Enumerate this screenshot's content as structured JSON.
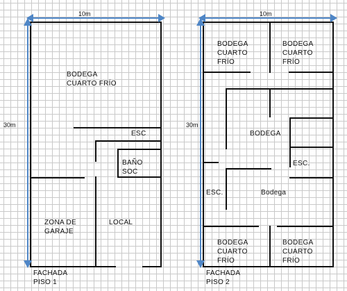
{
  "colors": {
    "wall": "#111111",
    "arrow": "#4f86c6",
    "grid": "#c9c9c9",
    "background": "#ffffff"
  },
  "floor1": {
    "width_label": "10m",
    "height_label": "30m",
    "rooms": {
      "bodega": [
        "BODEGA",
        "CUARTO FRÍO"
      ],
      "esc": [
        "ESC"
      ],
      "bano": [
        "BAÑO",
        "SOC"
      ],
      "garaje": [
        "ZONA DE",
        "GARAJE"
      ],
      "local": [
        "LOCAL"
      ]
    },
    "footer": [
      "FACHADA",
      "PISO 1"
    ]
  },
  "floor2": {
    "width_label": "10m",
    "height_label": "30m",
    "rooms": {
      "top_left": [
        "BODEGA",
        "CUARTO",
        "FRÍO"
      ],
      "top_right": [
        "BODEGA",
        "CUARTO",
        "FRÍO"
      ],
      "mid": [
        "BODEGA"
      ],
      "esc_right": [
        "ESC."
      ],
      "esc_left": [
        "ESC."
      ],
      "low": [
        "Bodega"
      ],
      "bottom_left": [
        "BODEGA",
        "CUARTO",
        "FRÍO"
      ],
      "bottom_right": [
        "BODEGA",
        "CUARTO",
        "FRÍO"
      ]
    },
    "footer": [
      "FACHADA",
      "PISO 2"
    ]
  }
}
